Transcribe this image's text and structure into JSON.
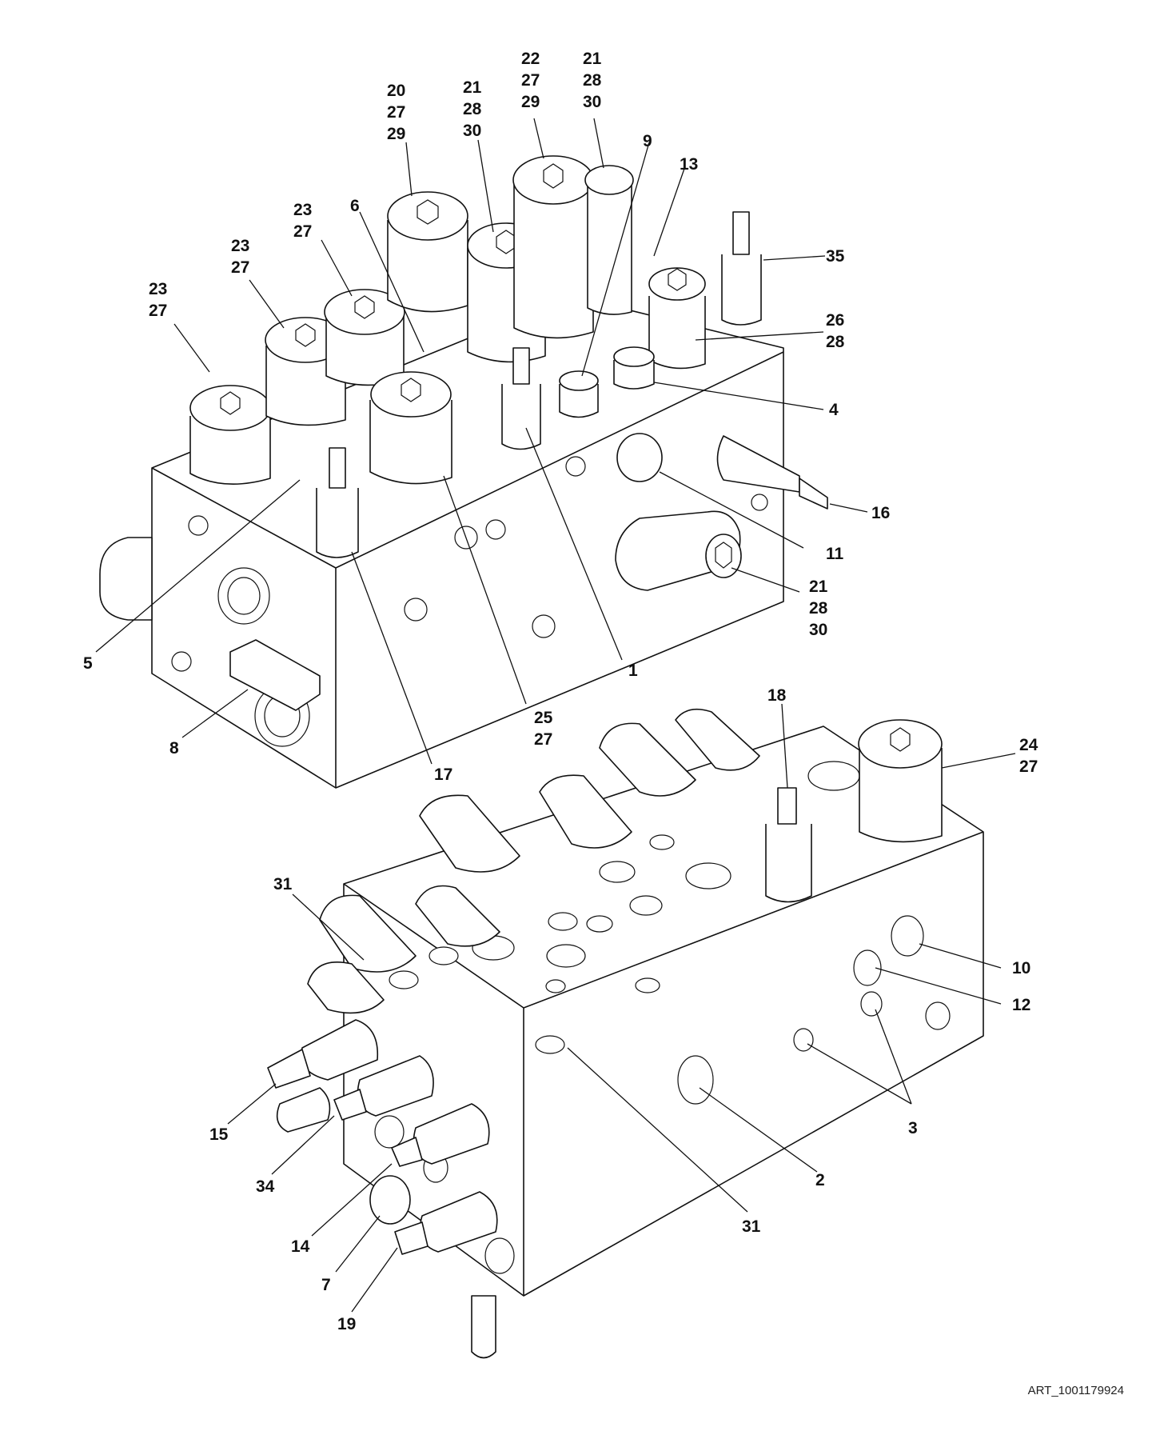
{
  "diagram": {
    "callouts": [
      {
        "id": "c-23-27-a",
        "lines": [
          "23",
          "27"
        ]
      },
      {
        "id": "c-23-27-b",
        "lines": [
          "23",
          "27"
        ]
      },
      {
        "id": "c-23-27-c",
        "lines": [
          "23",
          "27"
        ]
      },
      {
        "id": "c-6",
        "lines": [
          "6"
        ]
      },
      {
        "id": "c-20-27-29",
        "lines": [
          "20",
          "27",
          "29"
        ]
      },
      {
        "id": "c-21-28-30-a",
        "lines": [
          "21",
          "28",
          "30"
        ]
      },
      {
        "id": "c-22-27-29",
        "lines": [
          "22",
          "27",
          "29"
        ]
      },
      {
        "id": "c-21-28-30-b",
        "lines": [
          "21",
          "28",
          "30"
        ]
      },
      {
        "id": "c-9",
        "lines": [
          "9"
        ]
      },
      {
        "id": "c-13",
        "lines": [
          "13"
        ]
      },
      {
        "id": "c-35",
        "lines": [
          "35"
        ]
      },
      {
        "id": "c-26-28",
        "lines": [
          "26",
          "28"
        ]
      },
      {
        "id": "c-4",
        "lines": [
          "4"
        ]
      },
      {
        "id": "c-16",
        "lines": [
          "16"
        ]
      },
      {
        "id": "c-11",
        "lines": [
          "11"
        ]
      },
      {
        "id": "c-21-28-30-c",
        "lines": [
          "21",
          "28",
          "30"
        ]
      },
      {
        "id": "c-1",
        "lines": [
          "1"
        ]
      },
      {
        "id": "c-25-27",
        "lines": [
          "25",
          "27"
        ]
      },
      {
        "id": "c-5",
        "lines": [
          "5"
        ]
      },
      {
        "id": "c-8",
        "lines": [
          "8"
        ]
      },
      {
        "id": "c-17",
        "lines": [
          "17"
        ]
      },
      {
        "id": "c-18",
        "lines": [
          "18"
        ]
      },
      {
        "id": "c-24-27",
        "lines": [
          "24",
          "27"
        ]
      },
      {
        "id": "c-31-a",
        "lines": [
          "31"
        ]
      },
      {
        "id": "c-10",
        "lines": [
          "10"
        ]
      },
      {
        "id": "c-12",
        "lines": [
          "12"
        ]
      },
      {
        "id": "c-3",
        "lines": [
          "3"
        ]
      },
      {
        "id": "c-2",
        "lines": [
          "2"
        ]
      },
      {
        "id": "c-31-b",
        "lines": [
          "31"
        ]
      },
      {
        "id": "c-15",
        "lines": [
          "15"
        ]
      },
      {
        "id": "c-34",
        "lines": [
          "34"
        ]
      },
      {
        "id": "c-14",
        "lines": [
          "14"
        ]
      },
      {
        "id": "c-7",
        "lines": [
          "7"
        ]
      },
      {
        "id": "c-19",
        "lines": [
          "19"
        ]
      }
    ],
    "art_id": "ART_1001179924"
  }
}
